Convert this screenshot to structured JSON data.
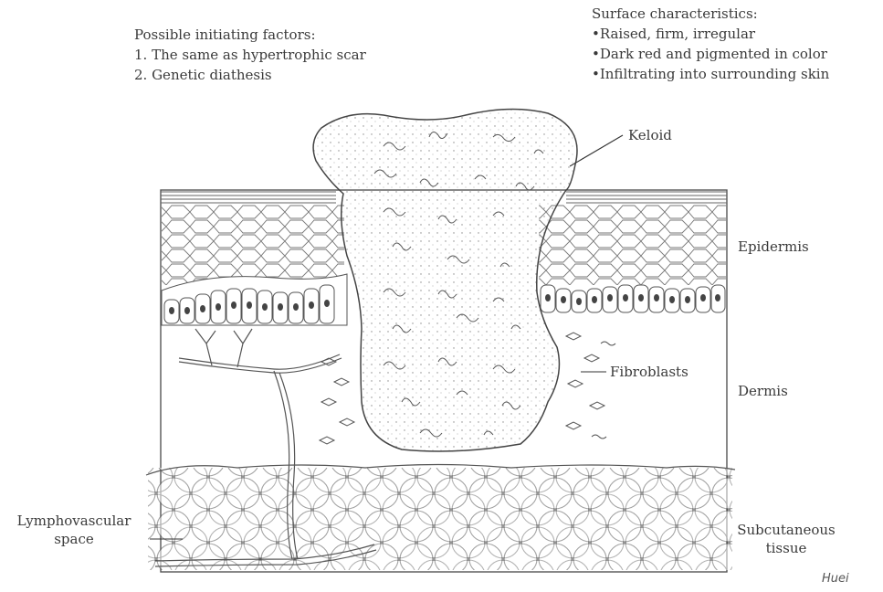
{
  "initiating_factors": {
    "title": "Possible initiating factors:",
    "items": [
      "1. The same as hypertrophic scar",
      "2. Genetic diathesis"
    ]
  },
  "surface_characteristics": {
    "title": "Surface characteristics:",
    "items": [
      "•Raised, firm, irregular",
      "•Dark red and pigmented in color",
      "•Infiltrating into surrounding skin"
    ]
  },
  "labels": {
    "keloid": "Keloid",
    "epidermis": "Epidermis",
    "fibroblasts": "Fibroblasts",
    "dermis": "Dermis",
    "subcutaneous": "Subcutaneous tissue",
    "lymphovascular": "Lymphovascular space"
  },
  "signature": "Huei"
}
